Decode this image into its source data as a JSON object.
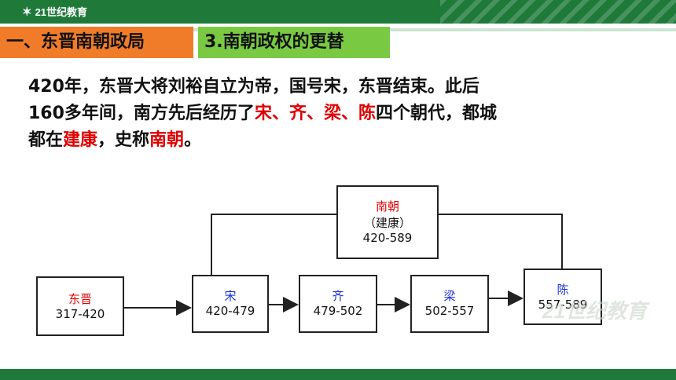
{
  "header": {
    "logo_text": "21世纪教育"
  },
  "title_tags": {
    "section": "一、东晋南朝政局",
    "lesson": "3.南朝政权的更替"
  },
  "paragraph": {
    "l1": "420年，东晋大将刘裕自立为帝，国号宋，东晋结束。此后",
    "l2a": "160多年间，南方先后经历了",
    "l2red": "宋、齐、梁、陈",
    "l2b": "四个朝代，都城",
    "l3a": "都在",
    "l3red1": "建康",
    "l3b": "，史称",
    "l3red2": "南朝",
    "l3c": "。"
  },
  "diagram": {
    "top": {
      "name": "南朝",
      "capital": "（建康）",
      "years": "420-589"
    },
    "dongjin": {
      "name": "东晋",
      "years": "317-420"
    },
    "song": {
      "name": "宋",
      "years": "420-479"
    },
    "qi": {
      "name": "齐",
      "years": "479-502"
    },
    "liang": {
      "name": "梁",
      "years": "502-557"
    },
    "chen": {
      "name": "陈",
      "years": "557-589"
    }
  },
  "watermark": "21世纪教育",
  "colors": {
    "bar": "#1f7a3a",
    "tag_orange": "#f07c2a",
    "tag_green": "#7ac943",
    "red": "#e00000",
    "blue": "#1b2fd6"
  }
}
